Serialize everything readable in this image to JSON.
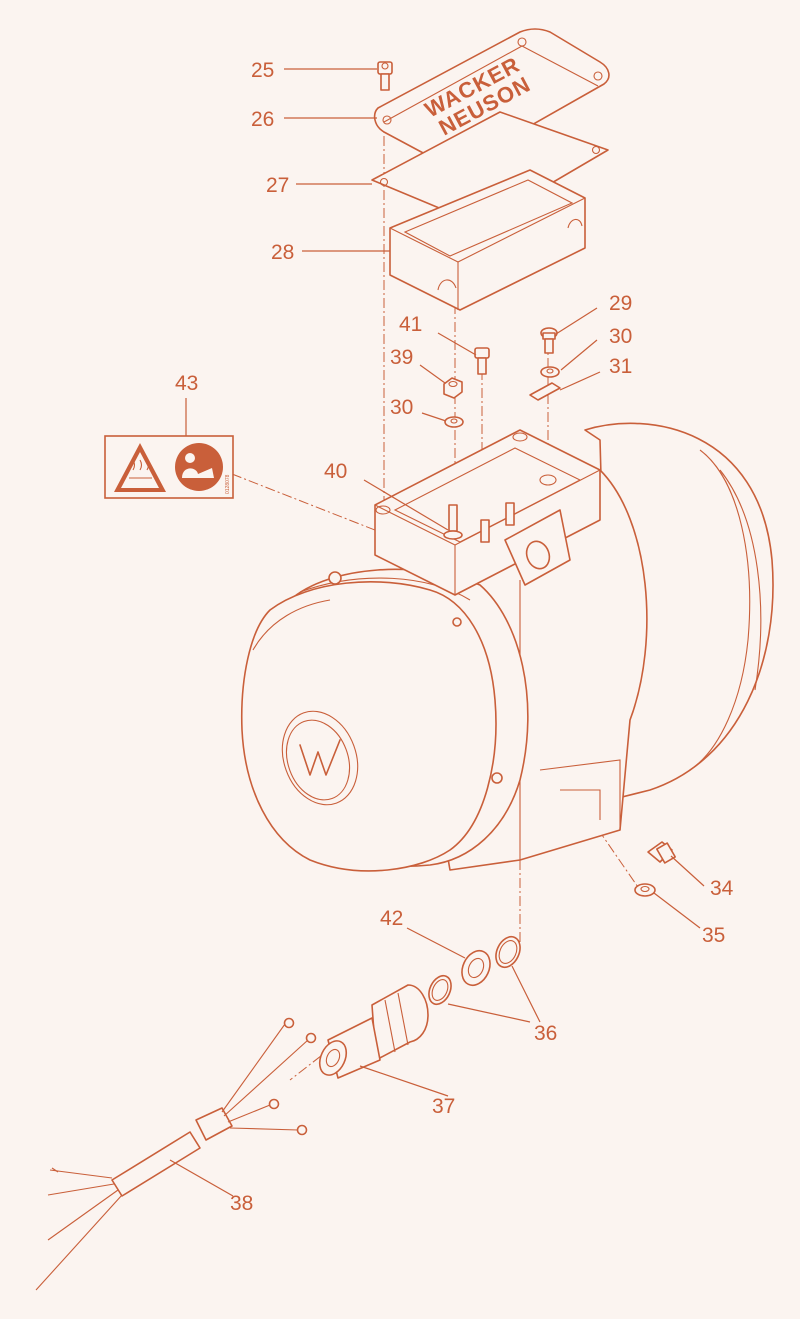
{
  "brand": {
    "line1": "WACKER",
    "line2": "NEUSON"
  },
  "label_code": "0128078",
  "callouts": [
    "25",
    "26",
    "27",
    "28",
    "29",
    "30",
    "31",
    "39",
    "41",
    "30",
    "43",
    "40",
    "34",
    "35",
    "42",
    "36",
    "37",
    "38"
  ],
  "colors": {
    "line": "#c95f3a",
    "background": "#fbf4f0"
  },
  "icons": [
    "hot-surface-warning-icon",
    "read-manual-icon",
    "wacker-logo-icon"
  ]
}
